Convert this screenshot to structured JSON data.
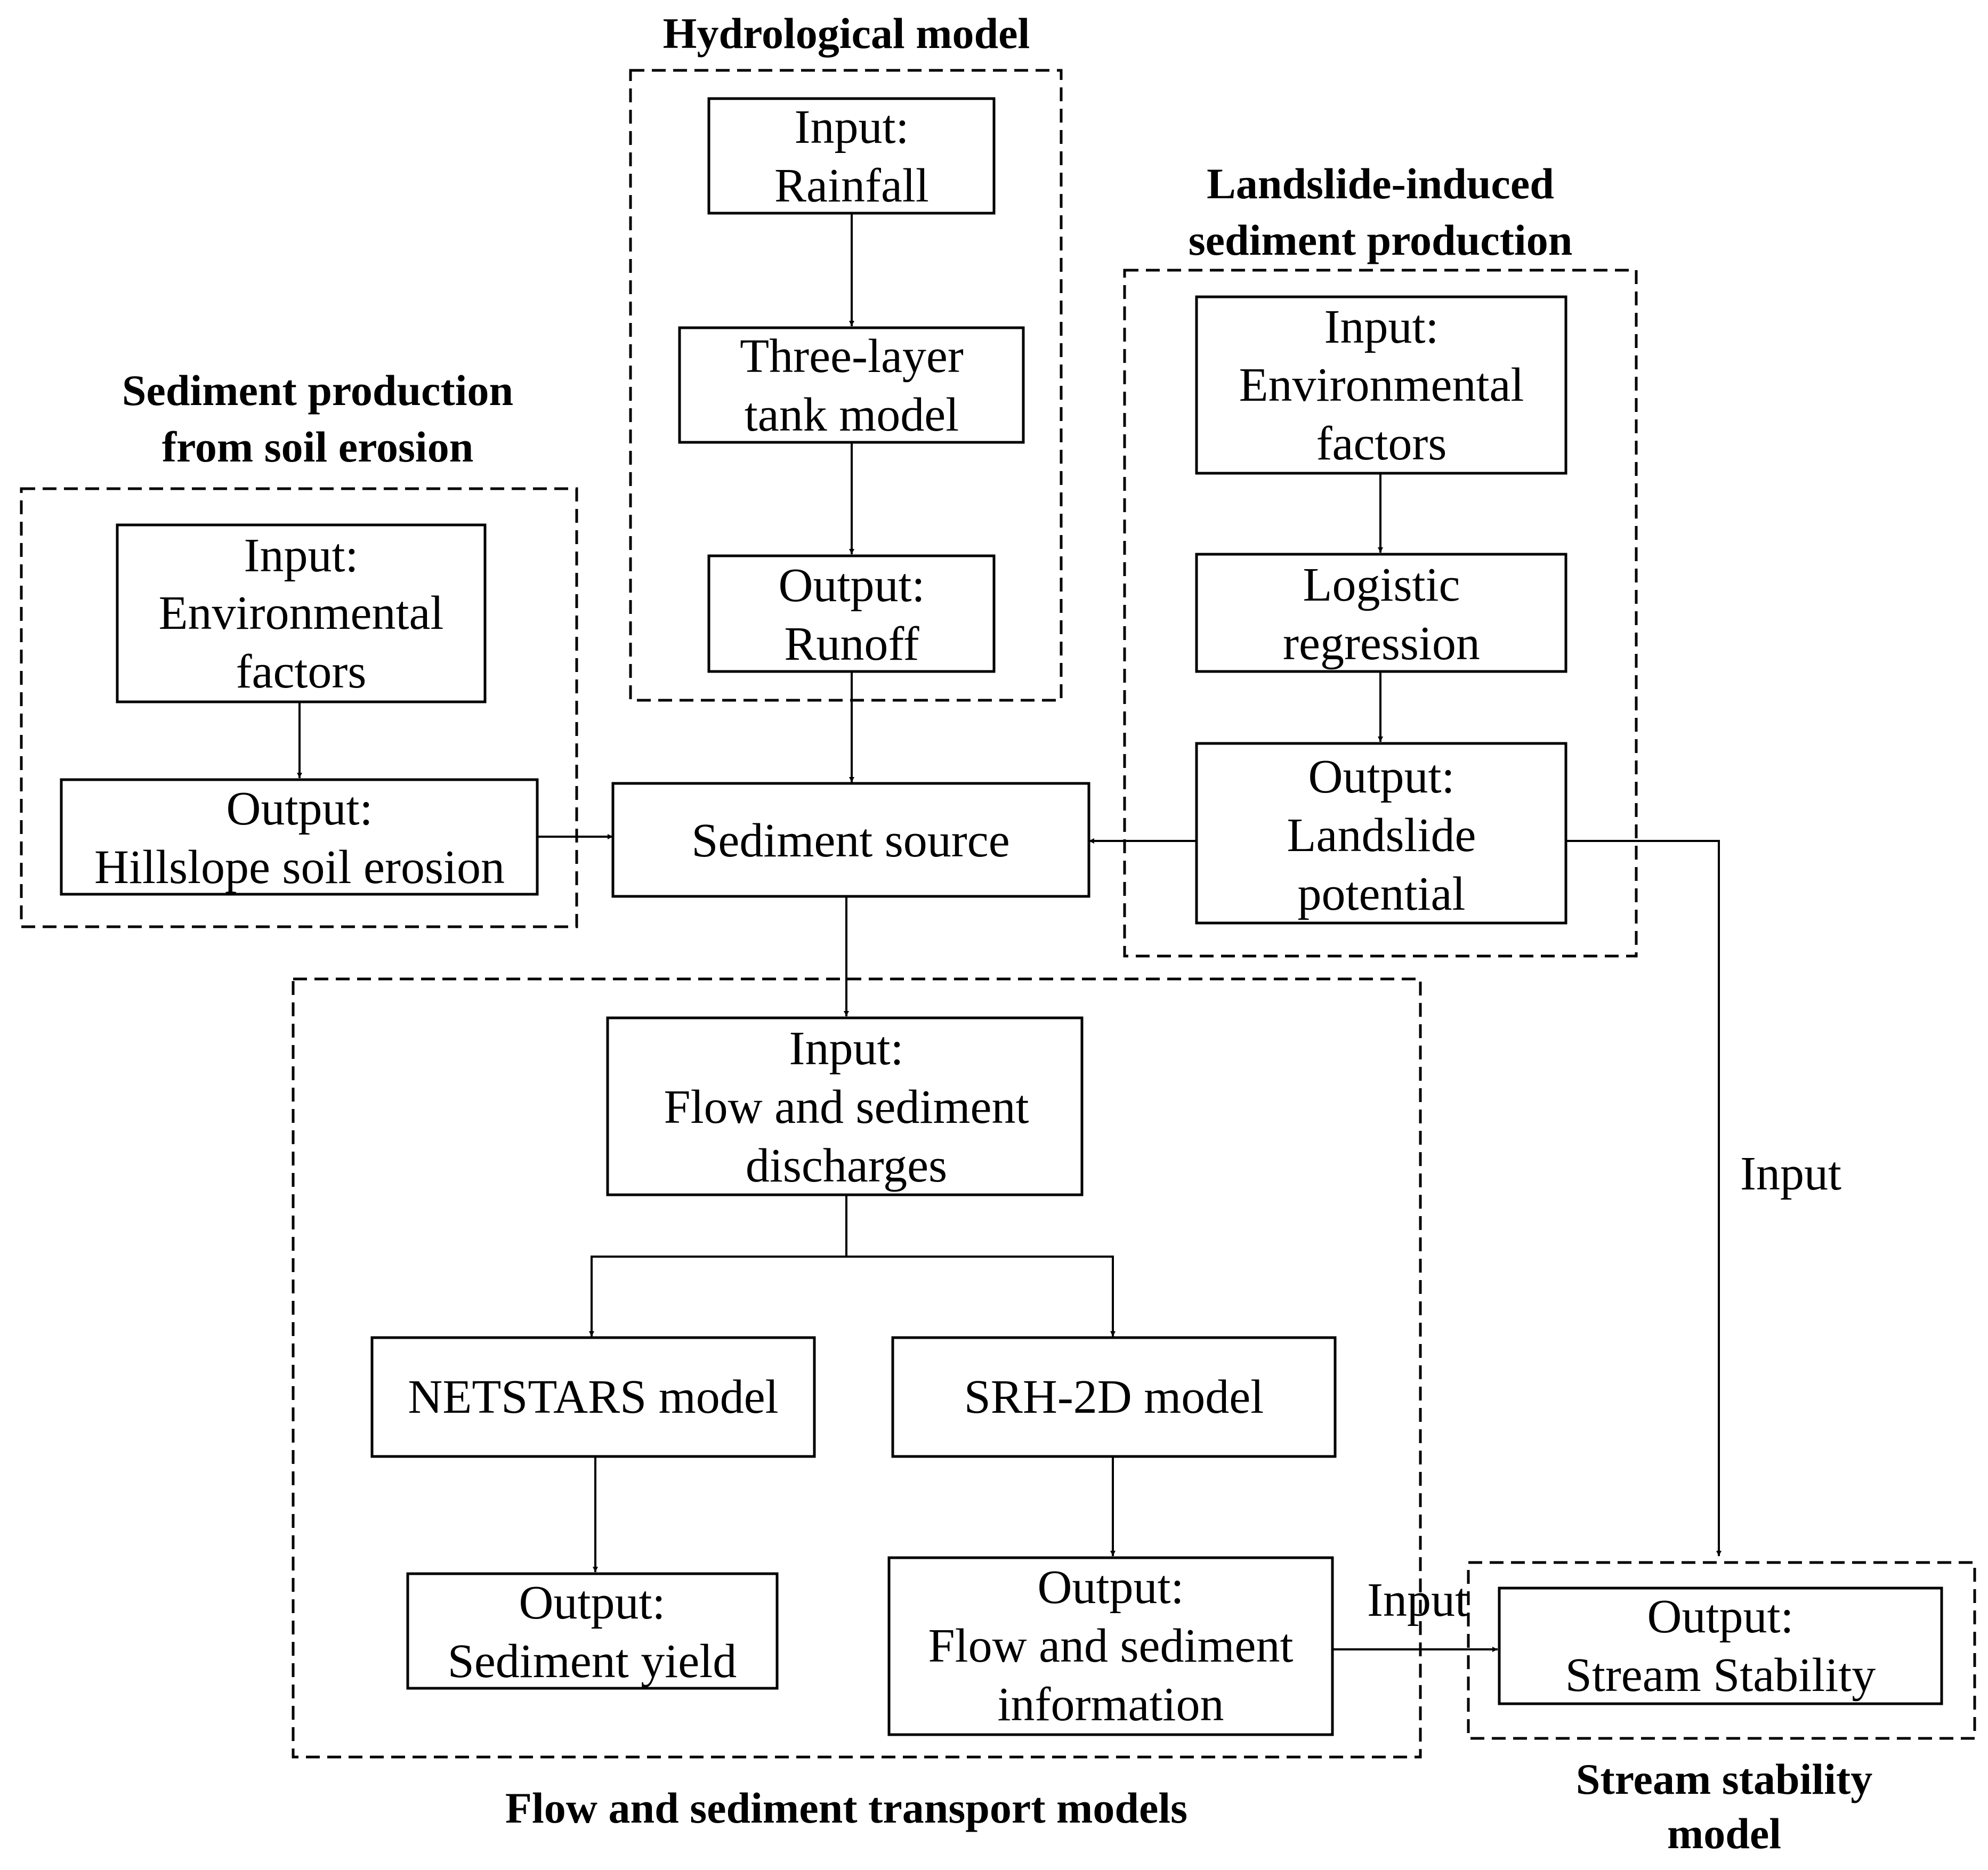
{
  "groups": {
    "hydro_title": "Hydrological model",
    "soil_title_line1": "Sediment production",
    "soil_title_line2": "from soil erosion",
    "landslide_title_line1": "Landslide-induced",
    "landslide_title_line2": "sediment production",
    "transport_title": "Flow and sediment transport models",
    "stability_title_line1": "Stream stability",
    "stability_title_line2": "model"
  },
  "nodes": {
    "rainfall": {
      "line1": "Input:",
      "line2": "Rainfall"
    },
    "tank": {
      "line1": "Three-layer",
      "line2": "tank model"
    },
    "runoff": {
      "line1": "Output:",
      "line2": "Runoff"
    },
    "soil_input": {
      "line1": "Input:",
      "line2": "Environmental",
      "line3": "factors"
    },
    "soil_output": {
      "line1": "Output:",
      "line2": "Hillslope soil erosion"
    },
    "sediment_source": {
      "label": "Sediment source"
    },
    "land_input": {
      "line1": "Input:",
      "line2": "Environmental",
      "line3": "factors"
    },
    "logistic": {
      "line1": "Logistic",
      "line2": "regression"
    },
    "land_output": {
      "line1": "Output:",
      "line2": "Landslide",
      "line3": "potential"
    },
    "flow_input": {
      "line1": "Input:",
      "line2": "Flow and sediment",
      "line3": "discharges"
    },
    "netstars": {
      "label": "NETSTARS model"
    },
    "srh2d": {
      "label": "SRH-2D model"
    },
    "sed_yield": {
      "line1": "Output:",
      "line2": "Sediment yield"
    },
    "flow_info": {
      "line1": "Output:",
      "line2": "Flow and sediment",
      "line3": "information"
    },
    "stability": {
      "line1": "Output:",
      "line2": "Stream Stability"
    }
  },
  "edge_labels": {
    "landslide_to_stability": "Input",
    "flow_info_to_stability": "Input"
  }
}
